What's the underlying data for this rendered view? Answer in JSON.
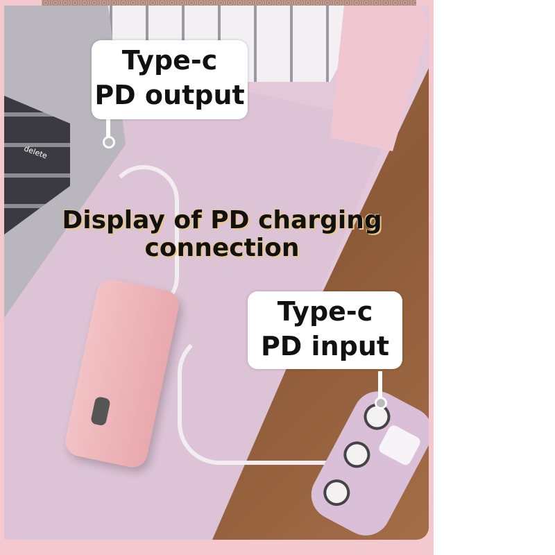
{
  "labels": {
    "output": {
      "line1": "Type-c",
      "line2": "PD output"
    },
    "input": {
      "line1": "Type-c",
      "line2": "PD input"
    }
  },
  "headline": {
    "line1": "Display of PD charging",
    "line2": "connection"
  },
  "laptop_key_label": "delete"
}
